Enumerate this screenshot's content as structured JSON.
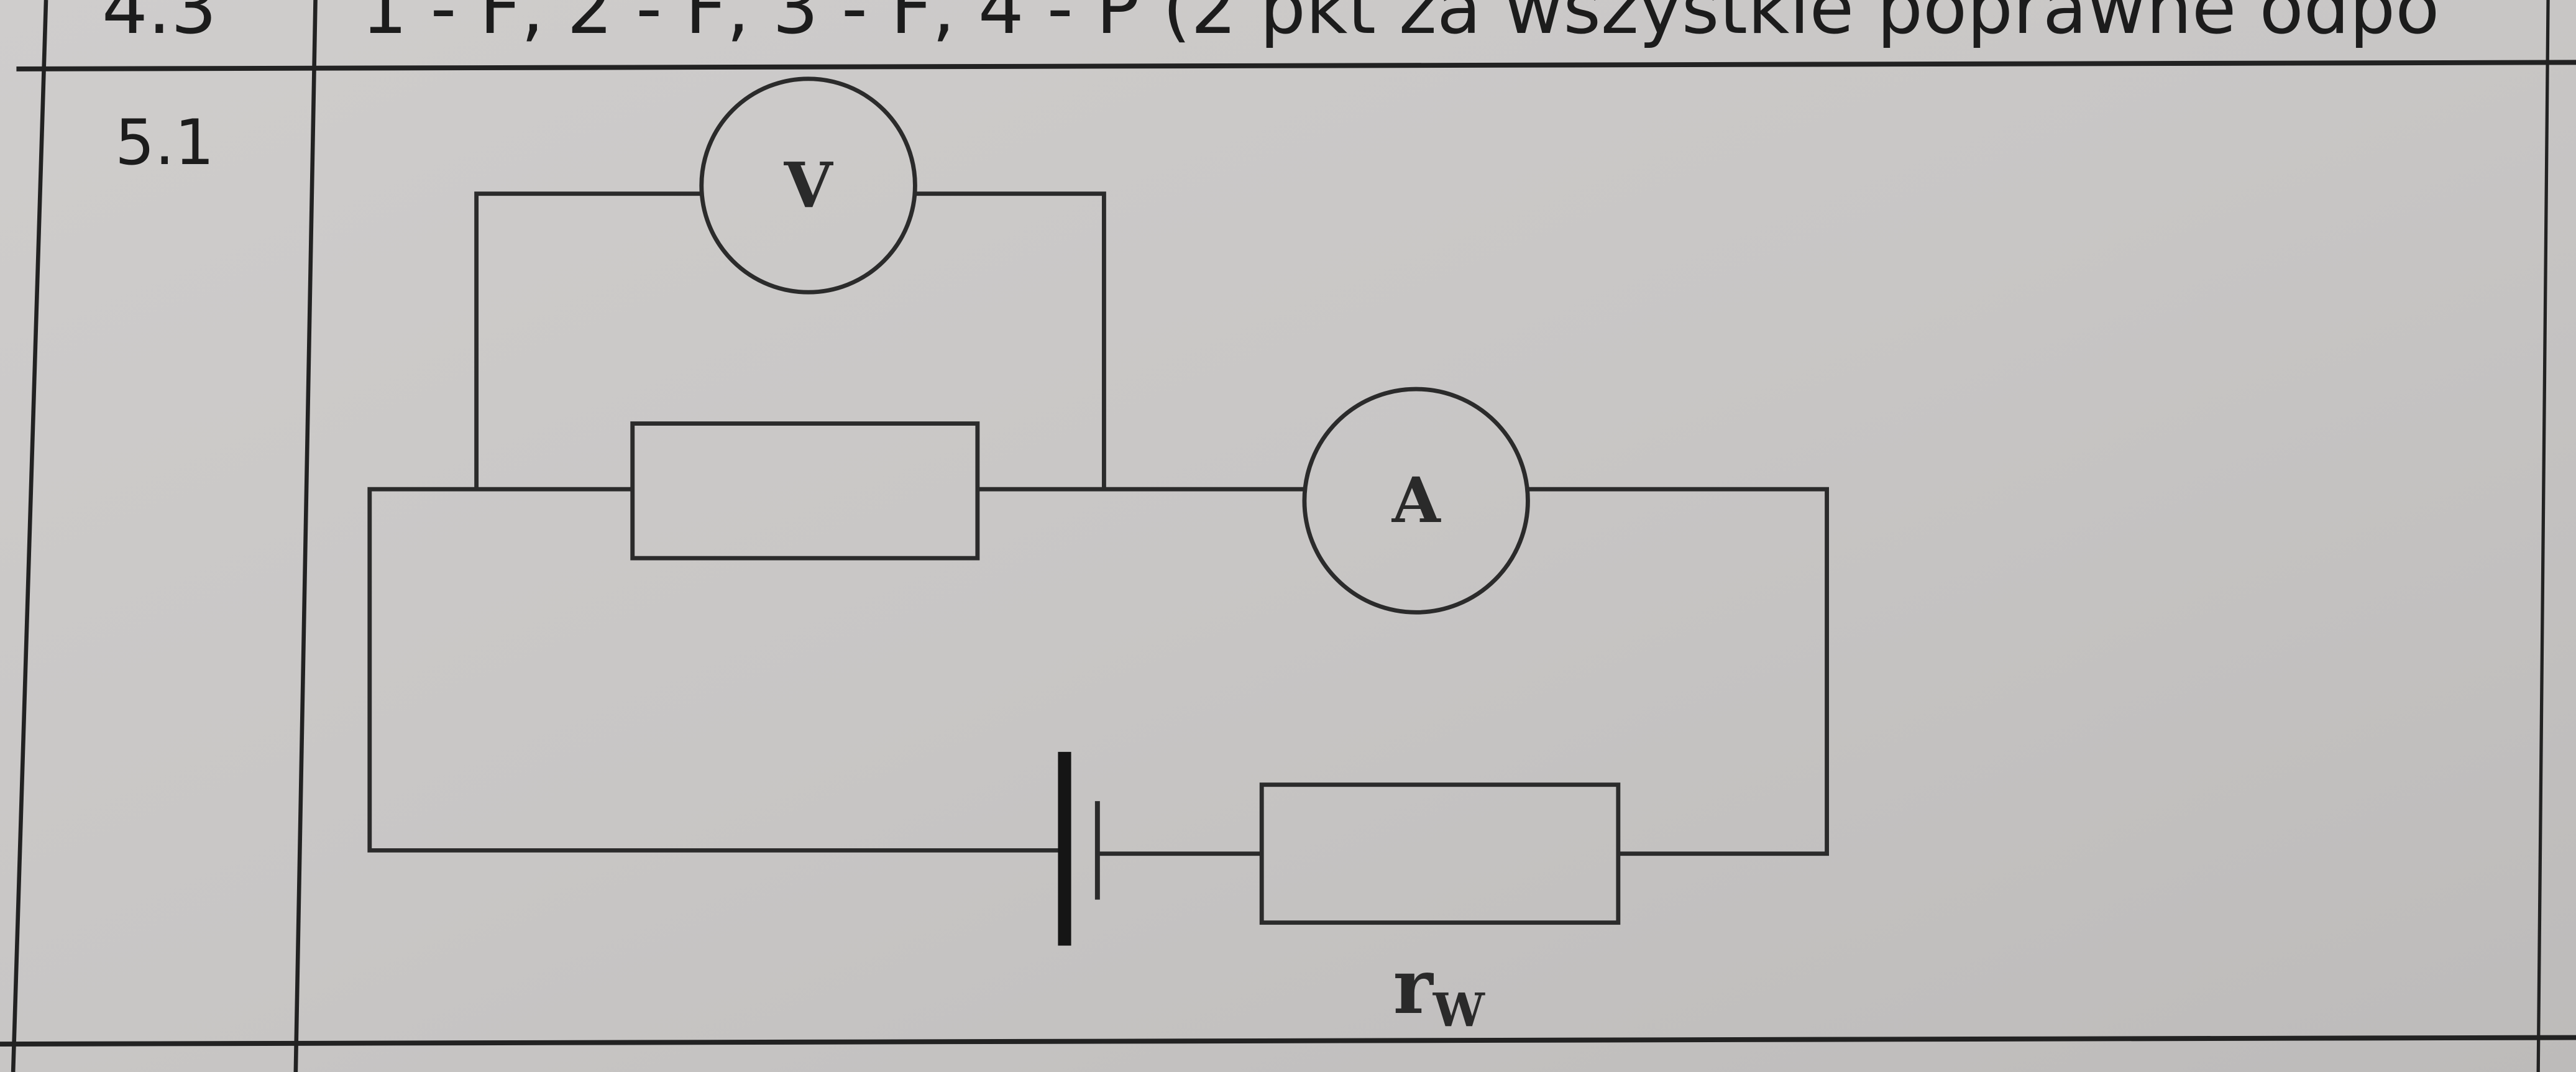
{
  "table": {
    "rows": [
      {
        "number": "4.3",
        "answer": "1 - F, 2 - F, 3 - F, 4 - P (2 pkt za wszystkie poprawne odpo"
      },
      {
        "number": "5.1"
      }
    ]
  },
  "circuit": {
    "voltmeter_label": "V",
    "ammeter_label": "A",
    "internal_resistance_label": "r",
    "internal_resistance_subscript": "W"
  }
}
